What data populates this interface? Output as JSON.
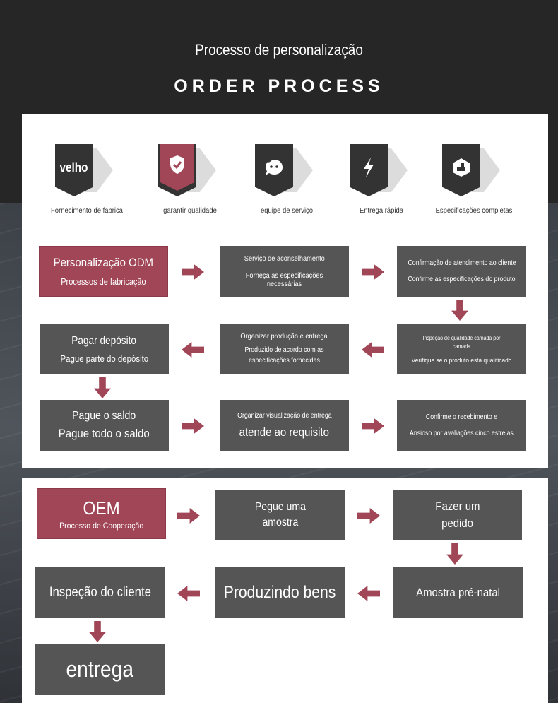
{
  "header": {
    "title": "Processo de personalização",
    "subtitle": "ORDER PROCESS"
  },
  "features": [
    {
      "icon": "text-badge",
      "badge_text": "velho",
      "label": "Fornecimento de fábrica"
    },
    {
      "icon": "shield-check-icon",
      "label": "garantir qualidade"
    },
    {
      "icon": "chat-bubble-face-icon",
      "label": "equipe de serviço"
    },
    {
      "icon": "lightning-icon",
      "label": "Entrega rápida"
    },
    {
      "icon": "blocks-icon",
      "label": "Especificações completas"
    }
  ],
  "odm": {
    "start": {
      "line1": "Personalização ODM",
      "line2": "Processos de fabricação"
    },
    "advice": {
      "line1": "Serviço de aconselhamento",
      "line2": "Forneça as especificações necessárias"
    },
    "confirm": {
      "line1": "Confirmação de atendimento ao cliente",
      "line2": "Confirme as especificações do produto"
    },
    "inspection": {
      "line1": "Inspeção de qualidade camada por camada",
      "line2": "Verifique se o produto está qualificado"
    },
    "production": {
      "line1": "Organizar produção e entrega",
      "line2": "Produzido de acordo com as especificações fornecidas"
    },
    "deposit": {
      "line1": "Pagar depósito",
      "line2": "Pague parte do depósito"
    },
    "balance": {
      "line1": "Pague o saldo",
      "line2": "Pague todo o saldo"
    },
    "view": {
      "line1": "Organizar visualização de entrega",
      "line2": "atende ao requisito"
    },
    "receipt": {
      "line1": "Confirme o recebimento e",
      "line2": "Ansioso por avaliações cinco estrelas"
    }
  },
  "oem": {
    "start": {
      "line1": "OEM",
      "line2": "Processo de Cooperação"
    },
    "sample": {
      "line1": "Pegue uma",
      "line2": "amostra"
    },
    "order": {
      "line1": "Fazer um",
      "line2": "pedido"
    },
    "prenatal": {
      "line1": "Amostra pré-natal"
    },
    "producing": {
      "line1": "Produzindo bens"
    },
    "inspection": {
      "line1": "Inspeção do cliente"
    },
    "delivery": {
      "line1": "entrega"
    }
  },
  "colors": {
    "accent": "#a04657",
    "box": "#555555",
    "dark": "#262626"
  }
}
